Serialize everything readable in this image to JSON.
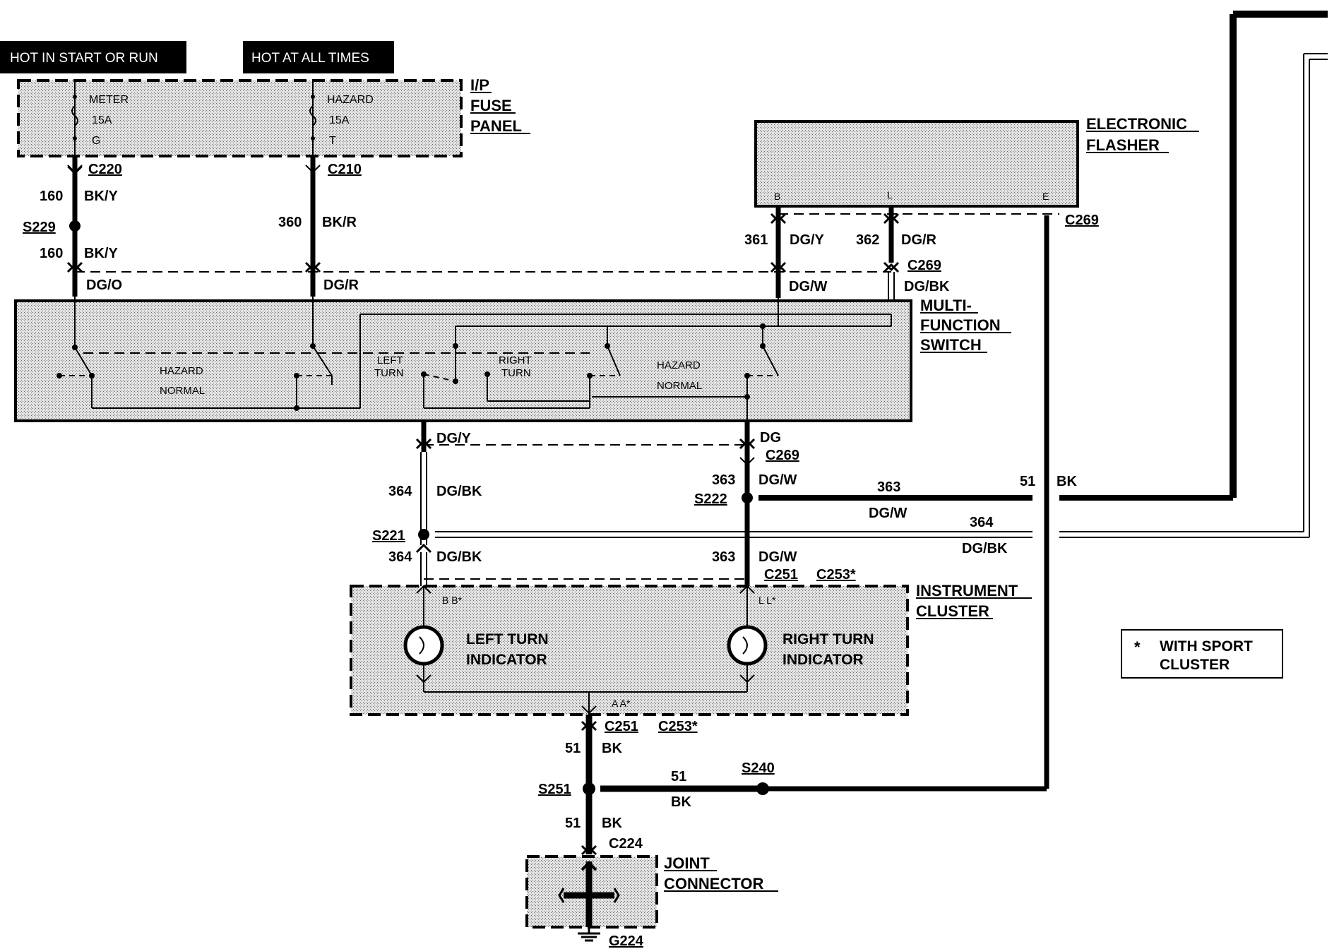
{
  "headers": {
    "hot_start_run": "HOT IN START OR RUN",
    "hot_all_times": "HOT AT ALL TIMES"
  },
  "fuse_panel": {
    "title_1": "I/P",
    "title_2": "FUSE",
    "title_3": "PANEL",
    "meter_fuse": {
      "name": "METER",
      "rating": "15A",
      "pin": "G"
    },
    "hazard_fuse": {
      "name": "HAZARD",
      "rating": "15A",
      "pin": "T"
    }
  },
  "connectors": {
    "c220": "C220",
    "c210": "C210",
    "c269_flasher": "C269",
    "c269_switch": "C269",
    "c269_lower": "C269",
    "c251_top": "C251",
    "c253_top": "C253*",
    "c251_bottom": "C251",
    "c253_bottom": "C253*",
    "c224": "C224",
    "g224": "G224"
  },
  "splices": {
    "s229": "S229",
    "s222": "S222",
    "s221": "S221",
    "s251": "S251",
    "s240": "S240"
  },
  "wires": {
    "w160_a": {
      "num": "160",
      "color": "BK/Y"
    },
    "w160_b": {
      "num": "160",
      "color": "BK/Y"
    },
    "w360": {
      "num": "360",
      "color": "BK/R"
    },
    "w361": {
      "num": "361",
      "color": "DG/Y"
    },
    "w362": {
      "num": "362",
      "color": "DG/R"
    },
    "sw_dgo": "DG/O",
    "sw_dgr": "DG/R",
    "sw_dgw": "DG/W",
    "sw_dgbk": "DG/BK",
    "sw_dgy": "DG/Y",
    "sw_dg": "DG",
    "w364_a": {
      "num": "364",
      "color": "DG/BK"
    },
    "w363_a": {
      "num": "363",
      "color": "DG/W"
    },
    "w363_h": {
      "num": "363",
      "color": "DG/W"
    },
    "w51_h": {
      "num": "51",
      "color": "BK"
    },
    "w364_h": {
      "num": "364",
      "color": "DG/BK"
    },
    "w364_b": {
      "num": "364",
      "color": "DG/BK"
    },
    "w363_b": {
      "num": "363",
      "color": "DG/W"
    },
    "w51_a": {
      "num": "51",
      "color": "BK"
    },
    "w51_mid": {
      "num": "51",
      "color": "BK"
    },
    "w51_b": {
      "num": "51",
      "color": "BK"
    }
  },
  "flasher": {
    "title_1": "ELECTRONIC",
    "title_2": "FLASHER",
    "pin_b": "B",
    "pin_l": "L",
    "pin_e": "E"
  },
  "switch": {
    "title_1": "MULTI-",
    "title_2": "FUNCTION",
    "title_3": "SWITCH",
    "hazard_left": "HAZARD",
    "normal_left": "NORMAL",
    "left_turn_1": "LEFT",
    "left_turn_2": "TURN",
    "right_turn_1": "RIGHT",
    "right_turn_2": "TURN",
    "hazard_right": "HAZARD",
    "normal_right": "NORMAL"
  },
  "cluster": {
    "title_1": "INSTRUMENT",
    "title_2": "CLUSTER",
    "left_ind_1": "LEFT TURN",
    "left_ind_2": "INDICATOR",
    "right_ind_1": "RIGHT TURN",
    "right_ind_2": "INDICATOR",
    "pin_left": "B  B*",
    "pin_right": "L  L*",
    "pin_bottom": "A  A*"
  },
  "joint": {
    "title_1": "JOINT",
    "title_2": "CONNECTOR"
  },
  "note": {
    "star": "*",
    "line_1": "WITH SPORT",
    "line_2": "CLUSTER"
  },
  "colors": {
    "ink": "#000000",
    "stipple": "#c8c8c8"
  }
}
